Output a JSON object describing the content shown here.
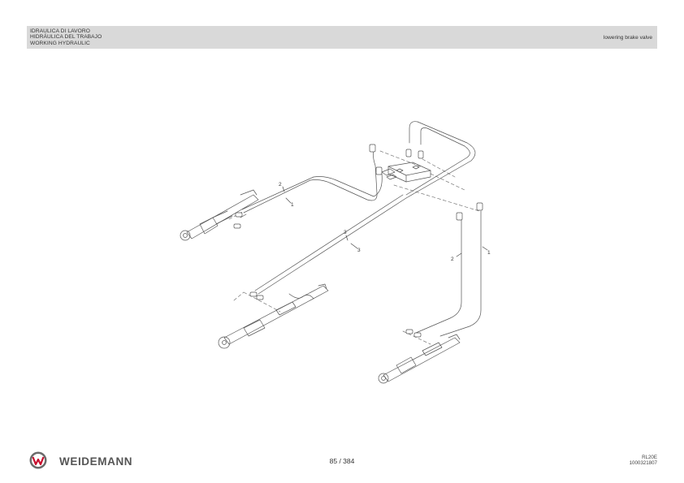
{
  "header": {
    "title_lines": [
      "IDRAULICA DI LAVORO",
      "HIDRÁULICA DEL TRABAJO",
      "WORKING HYDRAULIC"
    ],
    "section": "lowering brake valve"
  },
  "drawing": {
    "callouts": [
      "2",
      "1",
      "3",
      "3",
      "2",
      "1"
    ]
  },
  "footer": {
    "brand": "WEIDEMANN",
    "page": "85 / 384",
    "model": "RL20E",
    "doc_number": "1000321807"
  },
  "colors": {
    "header_bg": "#d9d9d9",
    "logo_red": "#c8102e"
  }
}
